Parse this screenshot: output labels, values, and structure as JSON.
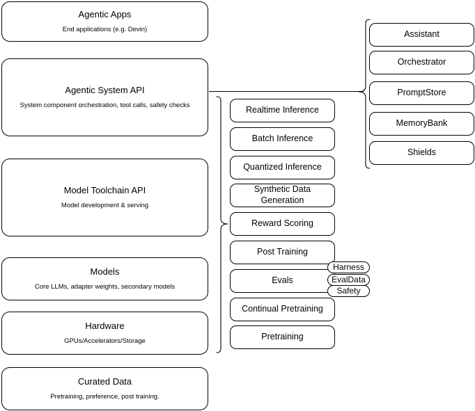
{
  "diagram": {
    "title": "AI stack layered architecture diagram",
    "stroke_color": "#000000",
    "background_color": "#ffffff"
  },
  "layers": [
    {
      "title": "Agentic Apps",
      "subtitle": "End applications (e.g. Devin)"
    },
    {
      "title": "Agentic System API",
      "subtitle": "System component orchestration, tool calls, safety checks"
    },
    {
      "title": "Model Toolchain API",
      "subtitle": "Model development & serving"
    },
    {
      "title": "Models",
      "subtitle": "Core LLMs, adapter weights, secondary models"
    },
    {
      "title": "Hardware",
      "subtitle": "GPUs/Accelerators/Storage"
    },
    {
      "title": "Curated Data",
      "subtitle": "Pretraining, preference, post training."
    }
  ],
  "toolchain_capabilities": [
    {
      "label": "Realtime Inference"
    },
    {
      "label": "Batch Inference"
    },
    {
      "label": "Quantized Inference"
    },
    {
      "label": "Synthetic Data Generation"
    },
    {
      "label": "Reward Scoring"
    },
    {
      "label": "Post Training"
    },
    {
      "label": "Evals"
    },
    {
      "label": "Continual Pretraining"
    },
    {
      "label": "Pretraining"
    }
  ],
  "evals_tags": [
    {
      "label": "Harness"
    },
    {
      "label": "EvalData"
    },
    {
      "label": "Safety"
    }
  ],
  "system_components": [
    {
      "label": "Assistant"
    },
    {
      "label": "Orchestrator"
    },
    {
      "label": "PromptStore"
    },
    {
      "label": "MemoryBank"
    },
    {
      "label": "Shields"
    }
  ]
}
